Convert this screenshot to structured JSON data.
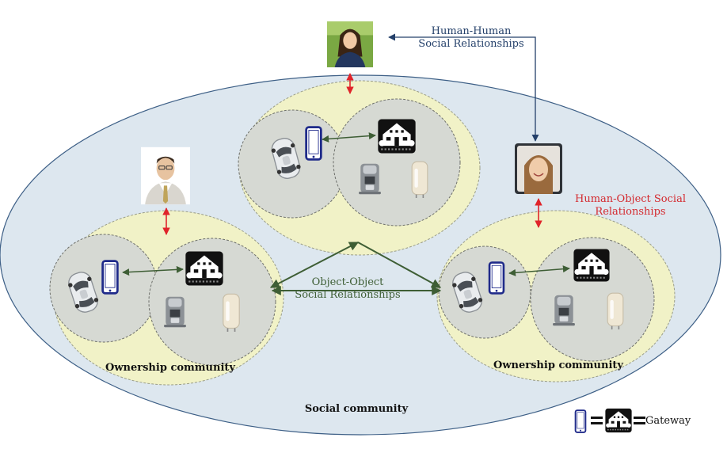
{
  "labels": {
    "human_human_line1": "Human-Human",
    "human_human_line2": "Social Relationships",
    "human_object_line1": "Human-Object Social",
    "human_object_line2": "Relationships",
    "object_object_line1": "Object-Object",
    "object_object_line2": "Social Relationships",
    "ownership_left": "Ownership community",
    "ownership_right": "Ownership community",
    "social_community": "Social community",
    "gateway": "Gateway"
  },
  "colors": {
    "social_community_fill": "#dde7ef",
    "social_community_stroke": "#3d5f86",
    "ownership_fill": "#f1f2c7",
    "device_group_fill": "#d6d9d3",
    "human_human_arrow": "#24406a",
    "human_object_arrow": "#e0242a",
    "object_object_arrow": "#3e5e35",
    "phone": "#1f2a8a"
  },
  "icons": [
    "person-woman-icon",
    "person-man-icon",
    "person-smiling-woman-icon",
    "car-icon",
    "smartphone-icon",
    "smart-house-icon",
    "coffee-machine-icon",
    "water-heater-icon"
  ]
}
